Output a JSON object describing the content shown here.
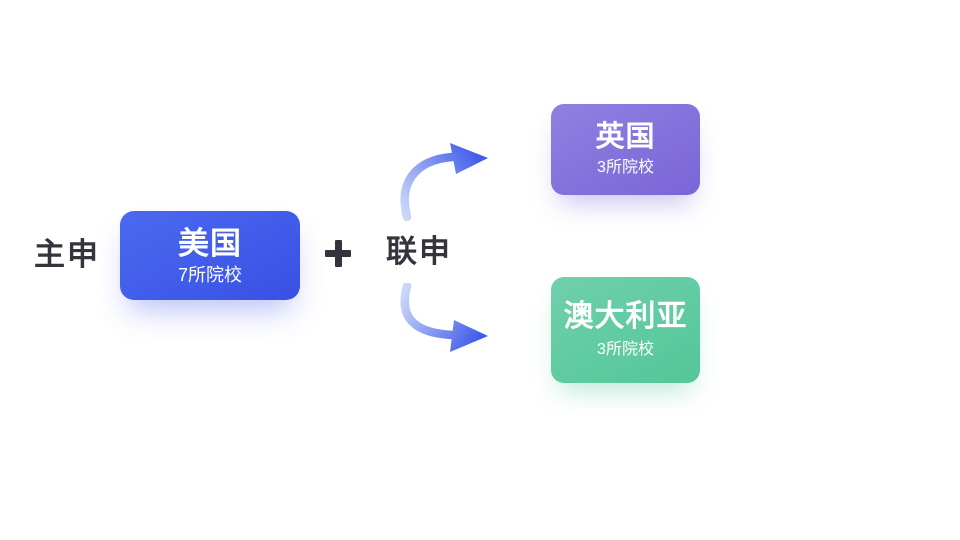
{
  "canvas": {
    "background": "#ffffff",
    "text_color": "#34343c"
  },
  "diagram": {
    "main_label": "主申",
    "plus_symbol": "+",
    "joint_label": "联申",
    "main_card": {
      "title": "美国",
      "subtitle": "7所院校",
      "color_start": "#4A6AEF",
      "color_end": "#3950E5"
    },
    "branches": [
      {
        "id": "uk",
        "title": "英国",
        "subtitle": "3所院校",
        "color_start": "#8F81E2",
        "color_end": "#7A65D6"
      },
      {
        "id": "australia",
        "title": "澳大利亚",
        "subtitle": "3所院校",
        "color_start": "#70D0AC",
        "color_end": "#53C699"
      }
    ],
    "arrows": {
      "tail_color": "#CBD7F9",
      "head_color": "#3A57E8"
    }
  }
}
